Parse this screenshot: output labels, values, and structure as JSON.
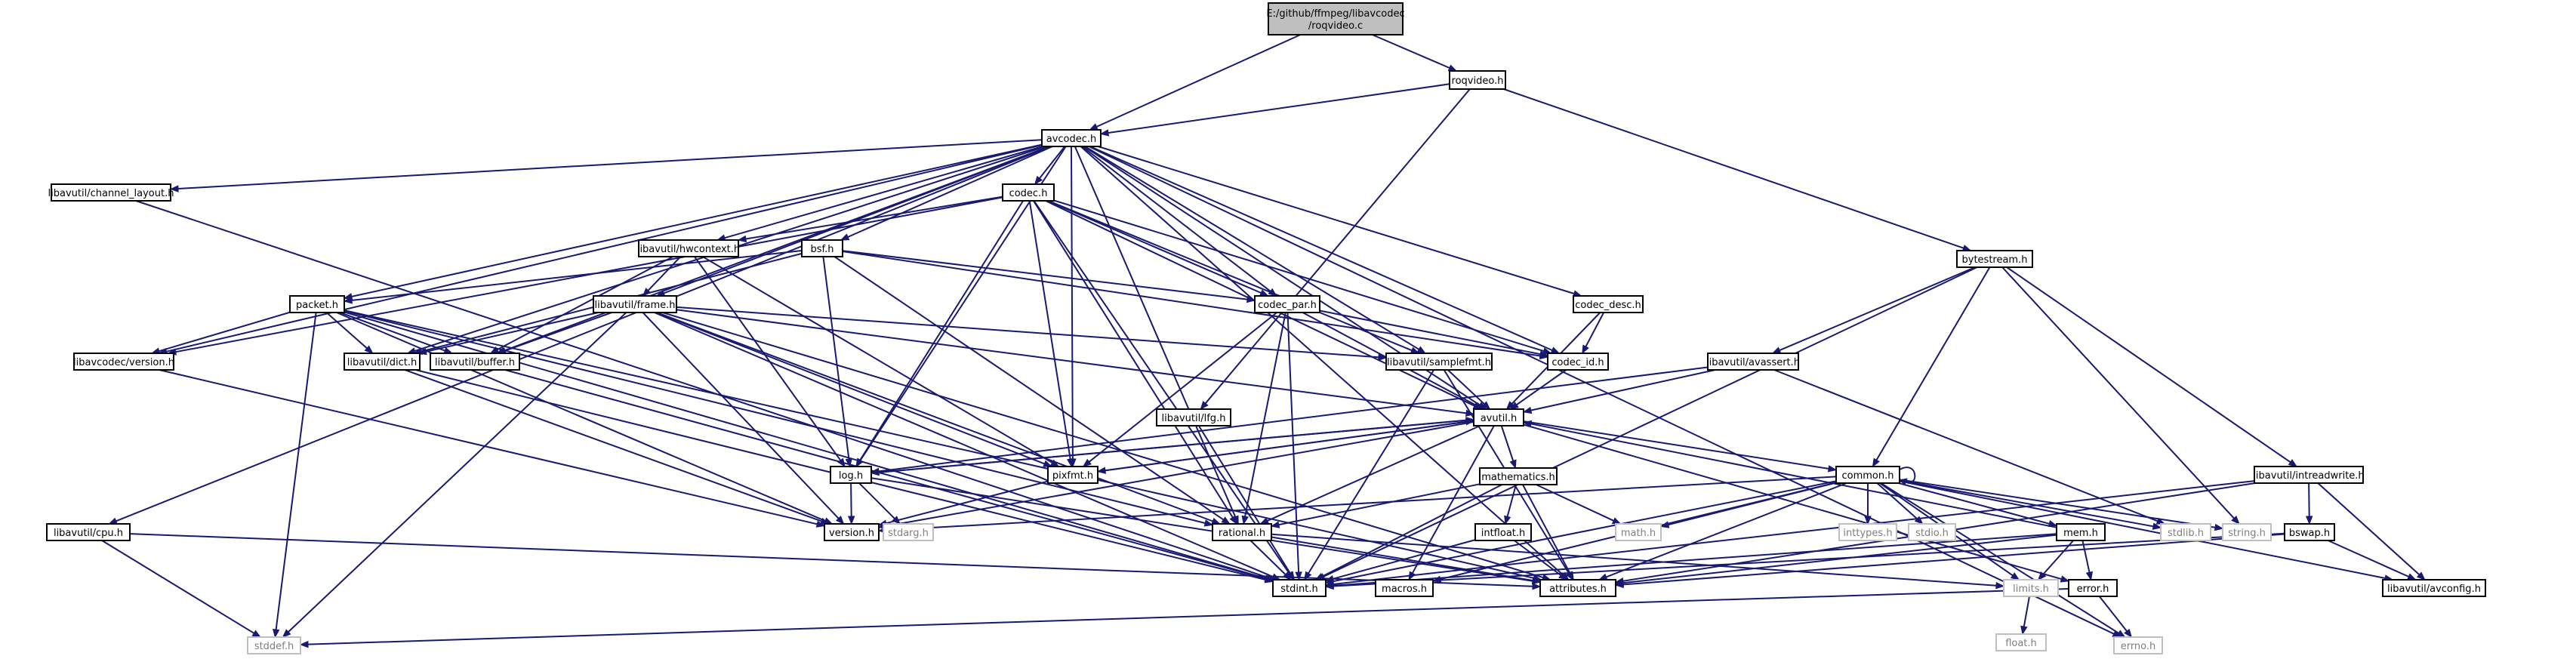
{
  "colors": {
    "edge": "#191970",
    "root_fill": "#bfbfbf",
    "node_fill": "#ffffff",
    "node_border": "#000000",
    "ext_border": "#bfbfbf",
    "ext_text": "#7f7f7f"
  },
  "nodes": [
    {
      "id": "roqvideo_c",
      "label": [
        "E:/github/ffmpeg/libavcodec",
        "/roqvideo.c"
      ],
      "kind": "root"
    },
    {
      "id": "roqvideo_h",
      "label": [
        "roqvideo.h"
      ]
    },
    {
      "id": "avcodec_h",
      "label": [
        "avcodec.h"
      ]
    },
    {
      "id": "channel_layout_h",
      "label": [
        "libavutil/channel_layout.h"
      ]
    },
    {
      "id": "codec_h",
      "label": [
        "codec.h"
      ]
    },
    {
      "id": "hwcontext_h",
      "label": [
        "libavutil/hwcontext.h"
      ]
    },
    {
      "id": "bsf_h",
      "label": [
        "bsf.h"
      ]
    },
    {
      "id": "packet_h",
      "label": [
        "packet.h"
      ]
    },
    {
      "id": "frame_h",
      "label": [
        "libavutil/frame.h"
      ]
    },
    {
      "id": "codec_par_h",
      "label": [
        "codec_par.h"
      ]
    },
    {
      "id": "codec_desc_h",
      "label": [
        "codec_desc.h"
      ]
    },
    {
      "id": "bytestream_h",
      "label": [
        "bytestream.h"
      ]
    },
    {
      "id": "lavc_version_h",
      "label": [
        "libavcodec/version.h"
      ]
    },
    {
      "id": "dict_h",
      "label": [
        "libavutil/dict.h"
      ]
    },
    {
      "id": "buffer_h",
      "label": [
        "libavutil/buffer.h"
      ]
    },
    {
      "id": "samplefmt_h",
      "label": [
        "libavutil/samplefmt.h"
      ]
    },
    {
      "id": "codec_id_h",
      "label": [
        "codec_id.h"
      ]
    },
    {
      "id": "avassert_h",
      "label": [
        "libavutil/avassert.h"
      ]
    },
    {
      "id": "lfg_h",
      "label": [
        "libavutil/lfg.h"
      ]
    },
    {
      "id": "avutil_h",
      "label": [
        "avutil.h"
      ]
    },
    {
      "id": "log_h",
      "label": [
        "log.h"
      ]
    },
    {
      "id": "pixfmt_h",
      "label": [
        "pixfmt.h"
      ]
    },
    {
      "id": "mathematics_h",
      "label": [
        "mathematics.h"
      ]
    },
    {
      "id": "common_h",
      "label": [
        "common.h"
      ]
    },
    {
      "id": "intreadwrite_h",
      "label": [
        "libavutil/intreadwrite.h"
      ]
    },
    {
      "id": "version_h",
      "label": [
        "version.h"
      ]
    },
    {
      "id": "stdarg_h",
      "label": [
        "stdarg.h"
      ],
      "kind": "ext"
    },
    {
      "id": "rational_h",
      "label": [
        "rational.h"
      ]
    },
    {
      "id": "math_h",
      "label": [
        "math.h"
      ],
      "kind": "ext"
    },
    {
      "id": "inttypes_h",
      "label": [
        "inttypes.h"
      ],
      "kind": "ext"
    },
    {
      "id": "stdio_h",
      "label": [
        "stdio.h"
      ],
      "kind": "ext"
    },
    {
      "id": "stdlib_h",
      "label": [
        "stdlib.h"
      ],
      "kind": "ext"
    },
    {
      "id": "string_h",
      "label": [
        "string.h"
      ],
      "kind": "ext"
    },
    {
      "id": "cpu_h",
      "label": [
        "libavutil/cpu.h"
      ]
    },
    {
      "id": "intfloat_h",
      "label": [
        "intfloat.h"
      ]
    },
    {
      "id": "mem_h",
      "label": [
        "mem.h"
      ]
    },
    {
      "id": "bswap_h",
      "label": [
        "bswap.h"
      ]
    },
    {
      "id": "stdint_h",
      "label": [
        "stdint.h"
      ]
    },
    {
      "id": "macros_h",
      "label": [
        "macros.h"
      ]
    },
    {
      "id": "attributes_h",
      "label": [
        "attributes.h"
      ]
    },
    {
      "id": "limits_h",
      "label": [
        "limits.h"
      ],
      "kind": "ext"
    },
    {
      "id": "error_h",
      "label": [
        "error.h"
      ]
    },
    {
      "id": "avconfig_h",
      "label": [
        "libavutil/avconfig.h"
      ]
    },
    {
      "id": "stddef_h",
      "label": [
        "stddef.h"
      ],
      "kind": "ext"
    },
    {
      "id": "errno_h",
      "label": [
        "errno.h"
      ],
      "kind": "ext"
    },
    {
      "id": "float_h",
      "label": [
        "float.h"
      ],
      "kind": "ext"
    }
  ],
  "edges": [
    [
      "roqvideo_c",
      "avcodec_h"
    ],
    [
      "roqvideo_c",
      "roqvideo_h"
    ],
    [
      "roqvideo_h",
      "avcodec_h"
    ],
    [
      "roqvideo_h",
      "bytestream_h"
    ],
    [
      "roqvideo_h",
      "lfg_h"
    ],
    [
      "avcodec_h",
      "channel_layout_h"
    ],
    [
      "avcodec_h",
      "cpu_h"
    ],
    [
      "avcodec_h",
      "packet_h"
    ],
    [
      "avcodec_h",
      "lavc_version_h"
    ],
    [
      "avcodec_h",
      "hwcontext_h"
    ],
    [
      "avcodec_h",
      "frame_h"
    ],
    [
      "avcodec_h",
      "dict_h"
    ],
    [
      "avcodec_h",
      "buffer_h"
    ],
    [
      "avcodec_h",
      "codec_h"
    ],
    [
      "avcodec_h",
      "bsf_h"
    ],
    [
      "avcodec_h",
      "log_h"
    ],
    [
      "avcodec_h",
      "pixfmt_h"
    ],
    [
      "avcodec_h",
      "rational_h"
    ],
    [
      "avcodec_h",
      "codec_par_h"
    ],
    [
      "avcodec_h",
      "samplefmt_h"
    ],
    [
      "avcodec_h",
      "codec_id_h"
    ],
    [
      "avcodec_h",
      "codec_desc_h"
    ],
    [
      "avcodec_h",
      "avutil_h"
    ],
    [
      "avcodec_h",
      "attributes_h"
    ],
    [
      "avcodec_h",
      "errno_h"
    ],
    [
      "channel_layout_h",
      "stdint_h"
    ],
    [
      "cpu_h",
      "stddef_h"
    ],
    [
      "cpu_h",
      "attributes_h"
    ],
    [
      "codec_h",
      "hwcontext_h"
    ],
    [
      "codec_h",
      "lavc_version_h"
    ],
    [
      "codec_h",
      "log_h"
    ],
    [
      "codec_h",
      "pixfmt_h"
    ],
    [
      "codec_h",
      "rational_h"
    ],
    [
      "codec_h",
      "codec_par_h"
    ],
    [
      "codec_h",
      "samplefmt_h"
    ],
    [
      "codec_h",
      "codec_id_h"
    ],
    [
      "codec_h",
      "avutil_h"
    ],
    [
      "codec_h",
      "stdint_h"
    ],
    [
      "hwcontext_h",
      "frame_h"
    ],
    [
      "hwcontext_h",
      "buffer_h"
    ],
    [
      "hwcontext_h",
      "pixfmt_h"
    ],
    [
      "hwcontext_h",
      "log_h"
    ],
    [
      "bsf_h",
      "packet_h"
    ],
    [
      "bsf_h",
      "dict_h"
    ],
    [
      "bsf_h",
      "codec_par_h"
    ],
    [
      "bsf_h",
      "codec_id_h"
    ],
    [
      "bsf_h",
      "log_h"
    ],
    [
      "bsf_h",
      "rational_h"
    ],
    [
      "packet_h",
      "lavc_version_h"
    ],
    [
      "packet_h",
      "dict_h"
    ],
    [
      "packet_h",
      "buffer_h"
    ],
    [
      "packet_h",
      "stddef_h"
    ],
    [
      "packet_h",
      "stdint_h"
    ],
    [
      "packet_h",
      "attributes_h"
    ],
    [
      "packet_h",
      "rational_h"
    ],
    [
      "packet_h",
      "version_h"
    ],
    [
      "frame_h",
      "dict_h"
    ],
    [
      "frame_h",
      "buffer_h"
    ],
    [
      "frame_h",
      "samplefmt_h"
    ],
    [
      "frame_h",
      "avutil_h"
    ],
    [
      "frame_h",
      "pixfmt_h"
    ],
    [
      "frame_h",
      "rational_h"
    ],
    [
      "frame_h",
      "version_h"
    ],
    [
      "frame_h",
      "stdint_h"
    ],
    [
      "frame_h",
      "stddef_h"
    ],
    [
      "frame_h",
      "attributes_h"
    ],
    [
      "codec_par_h",
      "codec_id_h"
    ],
    [
      "codec_par_h",
      "avutil_h"
    ],
    [
      "codec_par_h",
      "pixfmt_h"
    ],
    [
      "codec_par_h",
      "rational_h"
    ],
    [
      "codec_par_h",
      "stdint_h"
    ],
    [
      "codec_desc_h",
      "codec_id_h"
    ],
    [
      "codec_desc_h",
      "avutil_h"
    ],
    [
      "bytestream_h",
      "avassert_h"
    ],
    [
      "bytestream_h",
      "common_h"
    ],
    [
      "bytestream_h",
      "intreadwrite_h"
    ],
    [
      "bytestream_h",
      "string_h"
    ],
    [
      "bytestream_h",
      "stdint_h"
    ],
    [
      "lavc_version_h",
      "version_h"
    ],
    [
      "dict_h",
      "stdint_h"
    ],
    [
      "dict_h",
      "version_h"
    ],
    [
      "buffer_h",
      "stdint_h"
    ],
    [
      "samplefmt_h",
      "avutil_h"
    ],
    [
      "samplefmt_h",
      "attributes_h"
    ],
    [
      "samplefmt_h",
      "stdint_h"
    ],
    [
      "codec_id_h",
      "avutil_h"
    ],
    [
      "avassert_h",
      "avutil_h"
    ],
    [
      "avassert_h",
      "log_h"
    ],
    [
      "avassert_h",
      "stdlib_h"
    ],
    [
      "lfg_h",
      "stdint_h"
    ],
    [
      "avutil_h",
      "common_h"
    ],
    [
      "avutil_h",
      "error_h"
    ],
    [
      "avutil_h",
      "rational_h"
    ],
    [
      "avutil_h",
      "version_h"
    ],
    [
      "avutil_h",
      "macros_h"
    ],
    [
      "avutil_h",
      "mathematics_h"
    ],
    [
      "avutil_h",
      "log_h"
    ],
    [
      "avutil_h",
      "pixfmt_h"
    ],
    [
      "log_h",
      "avutil_h"
    ],
    [
      "log_h",
      "attributes_h"
    ],
    [
      "log_h",
      "version_h"
    ],
    [
      "log_h",
      "stdarg_h"
    ],
    [
      "pixfmt_h",
      "avutil_h"
    ],
    [
      "pixfmt_h",
      "version_h"
    ],
    [
      "mathematics_h",
      "stdint_h"
    ],
    [
      "mathematics_h",
      "math_h"
    ],
    [
      "mathematics_h",
      "attributes_h"
    ],
    [
      "mathematics_h",
      "rational_h"
    ],
    [
      "mathematics_h",
      "intfloat_h"
    ],
    [
      "common_h",
      "common_h"
    ],
    [
      "common_h",
      "errno_h"
    ],
    [
      "common_h",
      "inttypes_h"
    ],
    [
      "common_h",
      "limits_h"
    ],
    [
      "common_h",
      "math_h"
    ],
    [
      "common_h",
      "stdint_h"
    ],
    [
      "common_h",
      "stdio_h"
    ],
    [
      "common_h",
      "stdlib_h"
    ],
    [
      "common_h",
      "string_h"
    ],
    [
      "common_h",
      "attributes_h"
    ],
    [
      "common_h",
      "macros_h"
    ],
    [
      "common_h",
      "version_h"
    ],
    [
      "common_h",
      "avconfig_h"
    ],
    [
      "common_h",
      "mem_h"
    ],
    [
      "intreadwrite_h",
      "stdint_h"
    ],
    [
      "intreadwrite_h",
      "avconfig_h"
    ],
    [
      "intreadwrite_h",
      "attributes_h"
    ],
    [
      "intreadwrite_h",
      "bswap_h"
    ],
    [
      "rational_h",
      "stdint_h"
    ],
    [
      "rational_h",
      "limits_h"
    ],
    [
      "rational_h",
      "attributes_h"
    ],
    [
      "intfloat_h",
      "stdint_h"
    ],
    [
      "intfloat_h",
      "attributes_h"
    ],
    [
      "mem_h",
      "limits_h"
    ],
    [
      "mem_h",
      "stdint_h"
    ],
    [
      "mem_h",
      "attributes_h"
    ],
    [
      "mem_h",
      "error_h"
    ],
    [
      "mem_h",
      "avutil_h"
    ],
    [
      "bswap_h",
      "stdint_h"
    ],
    [
      "bswap_h",
      "avconfig_h"
    ],
    [
      "bswap_h",
      "attributes_h"
    ],
    [
      "error_h",
      "errno_h"
    ],
    [
      "error_h",
      "stddef_h"
    ],
    [
      "limits_h",
      "float_h"
    ]
  ]
}
